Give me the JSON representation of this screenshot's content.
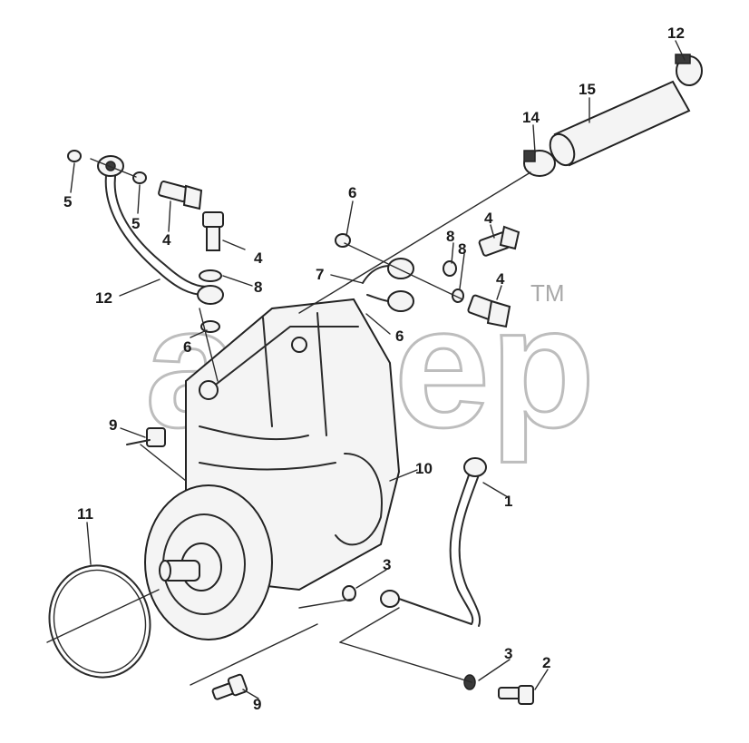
{
  "watermark": {
    "text": "amep",
    "trademark": "TM"
  },
  "callouts": [
    "1",
    "2",
    "3",
    "3",
    "4",
    "4",
    "4",
    "5",
    "5",
    "6",
    "6",
    "6",
    "6",
    "6",
    "7",
    "8",
    "8",
    "8",
    "9",
    "10",
    "11",
    "12",
    "14",
    "14",
    "15"
  ],
  "colors": {
    "line": "#2a2a2a",
    "watermark": "#bdbdbd",
    "background": "#ffffff"
  }
}
